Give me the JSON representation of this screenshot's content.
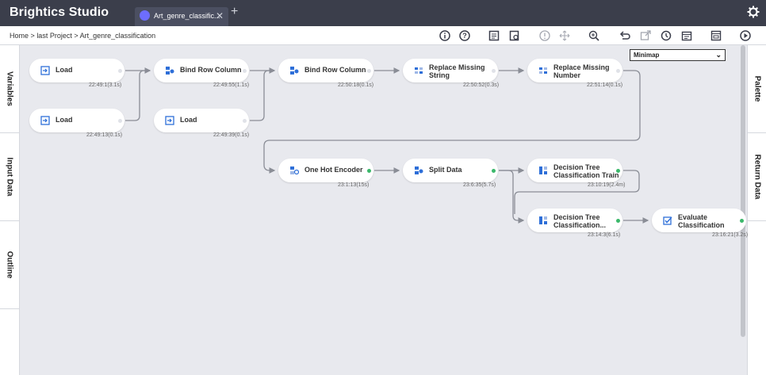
{
  "app": {
    "title": "Brightics Studio"
  },
  "tabs": [
    {
      "label": "Art_genre_classific..."
    }
  ],
  "breadcrumb": {
    "home": "Home",
    "sep": ">",
    "project": "last Project",
    "page": "Art_genre_classification"
  },
  "left_panel": {
    "items": [
      "Variables",
      "Input Data",
      "Outline"
    ]
  },
  "right_panel": {
    "items": [
      "Palette",
      "Return Data"
    ]
  },
  "minimap": {
    "value": "Minimap"
  },
  "nodes": [
    {
      "id": "n1",
      "label": "Load",
      "time": "22:49:1(3.1s)"
    },
    {
      "id": "n2",
      "label": "Load",
      "time": "22:49:13(0.1s)"
    },
    {
      "id": "n3",
      "label": "Bind Row Column",
      "time": "22:49:55(1.1s)"
    },
    {
      "id": "n4",
      "label": "Load",
      "time": "22:49:39(0.1s)"
    },
    {
      "id": "n5",
      "label": "Bind Row Column",
      "time": "22:50:18(0.1s)"
    },
    {
      "id": "n6",
      "label": "Replace Missing\nString",
      "time": "22:50:52(0.3s)"
    },
    {
      "id": "n7",
      "label": "Replace Missing\nNumber",
      "time": "22:51:14(0.1s)"
    },
    {
      "id": "n8",
      "label": "One Hot Encoder",
      "time": "23:1:13(15s)"
    },
    {
      "id": "n9",
      "label": "Split Data",
      "time": "23:6:35(5.7s)"
    },
    {
      "id": "n10",
      "label": "Decision Tree\nClassification Train",
      "time": "23:10:19(2.4m)"
    },
    {
      "id": "n11",
      "label": "Decision Tree\nClassification...",
      "time": "23:14:3(6.1s)"
    },
    {
      "id": "n12",
      "label": "Evaluate\nClassification",
      "time": "23:16:21(3.2s)"
    }
  ],
  "colors": {
    "topbar": "#3b3e4b",
    "canvas": "#e8e9ee",
    "accent": "#2e6fd8",
    "port_done": "#3bb86b"
  }
}
